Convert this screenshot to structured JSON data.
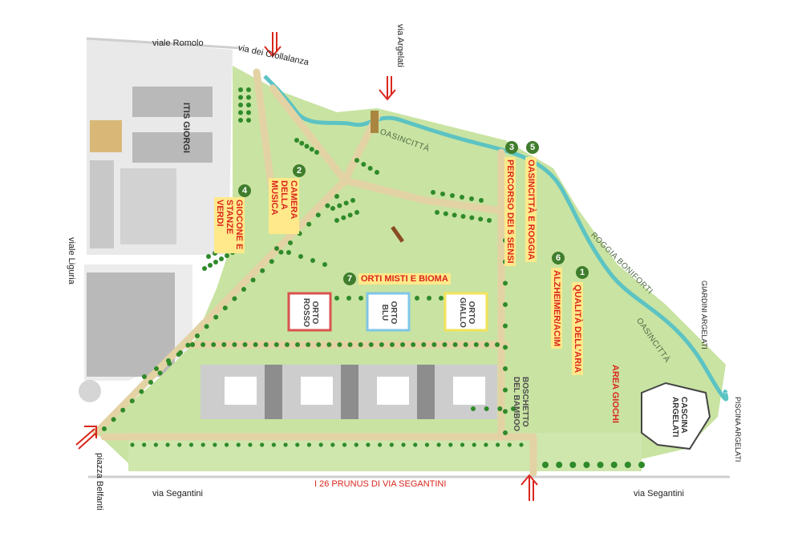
{
  "streets": {
    "viale_romolo": "viale Romolo",
    "via_crollalanza": "via dei Crollalanza",
    "via_argelati": "via Argelati",
    "viale_liguria": "viale Liguria",
    "piazza_belfanti": "piazza Belfanti",
    "via_segantini_left": "via Segantini",
    "via_segantini_right": "via Segantini",
    "giardini_argelati": "GIARDINI ARGELATI",
    "piscina_argelati": "PISCINA ARGELATI",
    "roggia_boniforti": "ROGGIA BONIFORTI"
  },
  "areas": {
    "oasincitta_top": "OASINCITTÀ",
    "oasincitta_right": "OASINCITTÀ",
    "itis_giorgi": "ITIS GIORGI",
    "cascina_argelati": "CASCINA ARGELATI",
    "area_giochi": "AREA GIOCHI",
    "boschetto_bamboo": "BOSCHETTO DEL BAMBOO",
    "prunus_row": "I 26 PRUNUS DI VIA SEGANTINI"
  },
  "stations": [
    {
      "number": "1",
      "label": "QUALITÀ DELL'ARIA"
    },
    {
      "number": "2",
      "label": "CAMERA DELLA MUSICA"
    },
    {
      "number": "3",
      "label": "PERCORSO DEI 5 SENSI"
    },
    {
      "number": "4",
      "label": "GIOCONE E STANZE VERDI"
    },
    {
      "number": "5",
      "label": "OASINCITTÀ E ROGGIA"
    },
    {
      "number": "6",
      "label": "ALZHEIMER/ACIM"
    },
    {
      "number": "7",
      "label": "ORTI MISTI E BIOMA"
    }
  ],
  "gardens": [
    {
      "label": "ORTO ROSSO",
      "color": "#d9534f"
    },
    {
      "label": "ORTO BLU",
      "color": "#7fc6e6"
    },
    {
      "label": "ORTO GIALLO",
      "color": "#f2e35a"
    }
  ],
  "colors": {
    "grass": "#c9e3a2",
    "path": "#e3d3a4",
    "water": "#5cc3c3",
    "trees": "#2f8a2a",
    "station_bg": "#ffe98a",
    "station_text": "#d9261c",
    "arrow": "#d9261c",
    "building": "#bdbdbd"
  },
  "icons": {
    "entrance": "entrance-arrow-icon",
    "number_marker": "number-circle-icon"
  }
}
